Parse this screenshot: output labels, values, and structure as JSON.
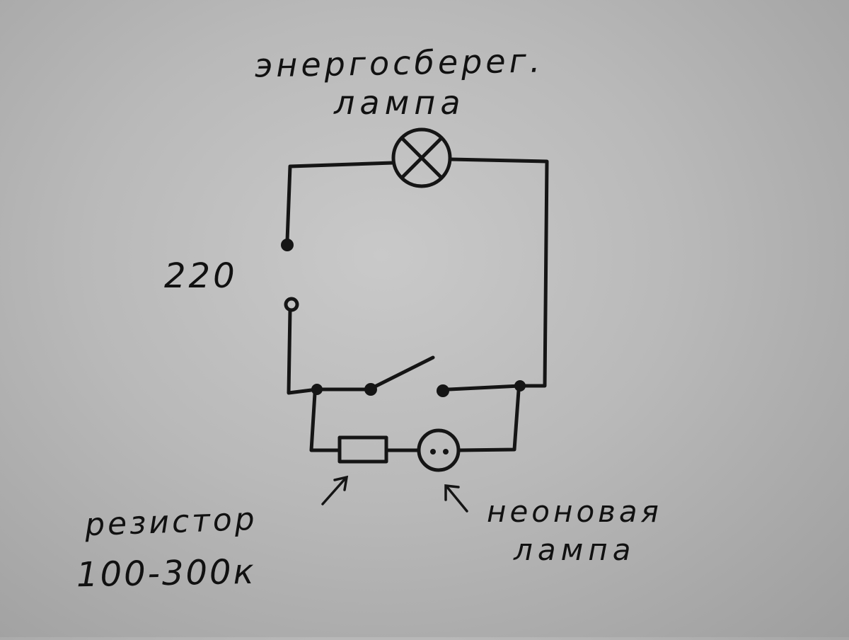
{
  "labels": {
    "lamp_title_line1": "энергосберег.",
    "lamp_title_line2": "лампа",
    "voltage": "220",
    "resistor_line1": "резистор",
    "resistor_line2": "100-300к",
    "neon_line1": "неоновая",
    "neon_line2": "лампа"
  },
  "colors": {
    "ink": "#151515",
    "paper": "#c4c4c4"
  },
  "icons": {
    "lamp": "lamp-symbol-icon",
    "switch": "switch-symbol-icon",
    "resistor": "resistor-symbol-icon",
    "neon": "neon-lamp-symbol-icon",
    "arrow": "arrow-icon"
  }
}
